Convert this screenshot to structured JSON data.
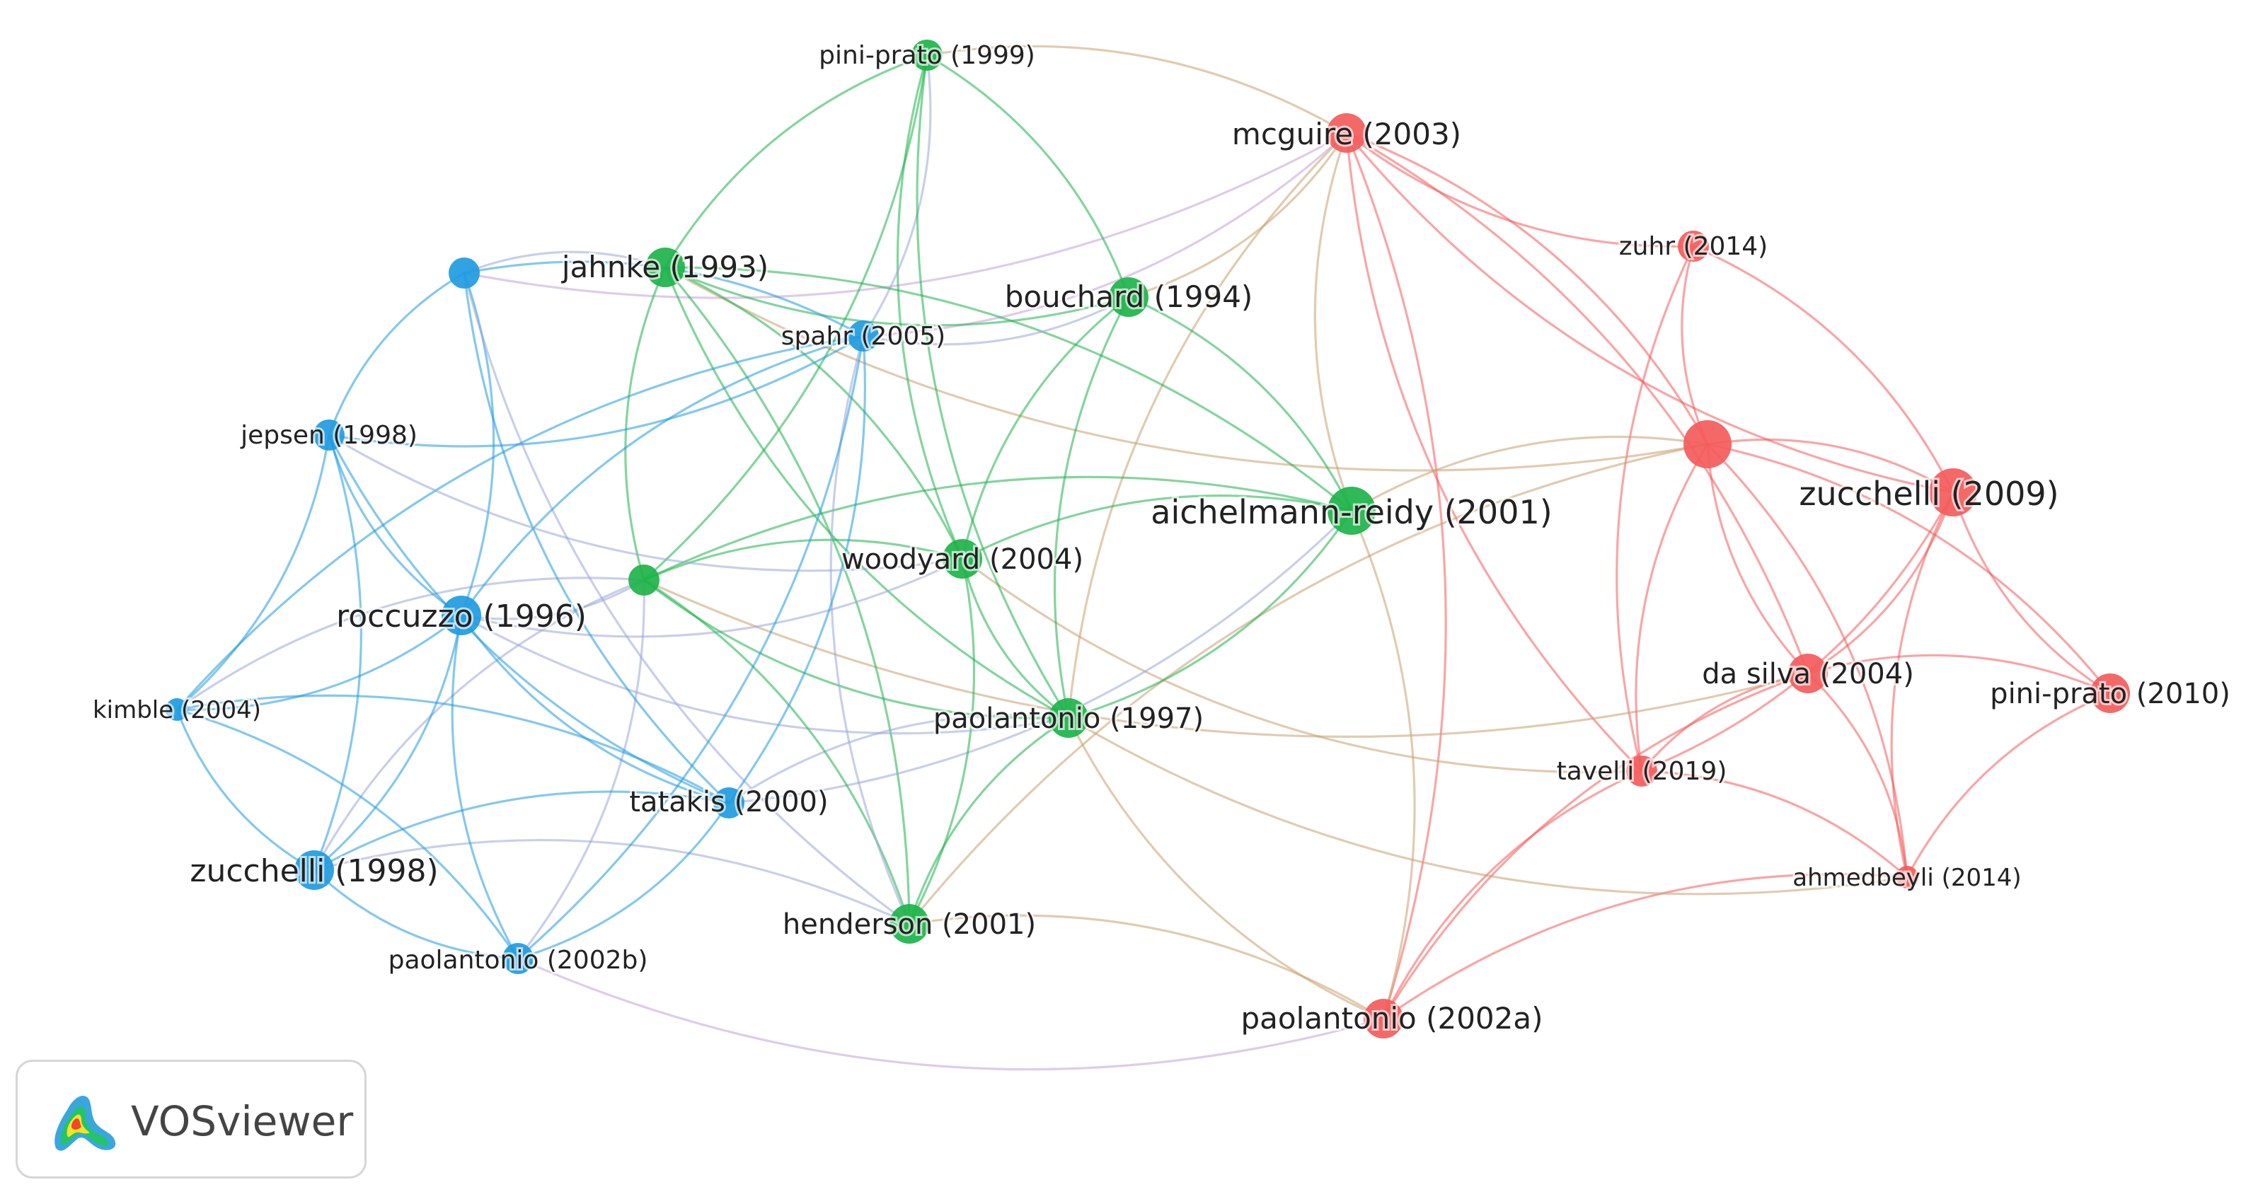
{
  "brand": {
    "name": "VOSviewer"
  },
  "colors": {
    "cluster_red": "#f45b5b",
    "cluster_green": "#1db34a",
    "cluster_blue": "#1f9be0",
    "label": "#222222",
    "edge_mixed_red_green": "#c9a070",
    "edge_mixed_blue_green": "#9aa8d8",
    "edge_mixed_blue_red": "#c4a0d8"
  },
  "network": {
    "nodes": [
      {
        "id": "mcguire2003",
        "label": "mcguire (2003)",
        "cluster": "red",
        "weight": 3
      },
      {
        "id": "zuhr2014",
        "label": "zuhr (2014)",
        "cluster": "red",
        "weight": 2
      },
      {
        "id": "redhub",
        "label": "",
        "cluster": "red",
        "weight": 4
      },
      {
        "id": "zucchelli2009",
        "label": "zucchelli (2009)",
        "cluster": "red",
        "weight": 4
      },
      {
        "id": "dasilva2004",
        "label": "da silva (2004)",
        "cluster": "red",
        "weight": 3
      },
      {
        "id": "piniprato2010",
        "label": "pini-prato (2010)",
        "cluster": "red",
        "weight": 3
      },
      {
        "id": "tavelli2019",
        "label": "tavelli (2019)",
        "cluster": "red",
        "weight": 2
      },
      {
        "id": "ahmedbeyli2014",
        "label": "ahmedbeyli (2014)",
        "cluster": "red",
        "weight": 1
      },
      {
        "id": "paolantonio2002a",
        "label": "paolantonio (2002a)",
        "cluster": "red",
        "weight": 3
      },
      {
        "id": "piniprato1999",
        "label": "pini-prato (1999)",
        "cluster": "green",
        "weight": 2
      },
      {
        "id": "jahnke1993",
        "label": "jahnke (1993)",
        "cluster": "green",
        "weight": 3
      },
      {
        "id": "bouchard1994",
        "label": "bouchard (1994)",
        "cluster": "green",
        "weight": 3
      },
      {
        "id": "aichelmannreidy2001",
        "label": "aichelmann-reidy (2001)",
        "cluster": "green",
        "weight": 4
      },
      {
        "id": "woodyard2004",
        "label": "woodyard (2004)",
        "cluster": "green",
        "weight": 3
      },
      {
        "id": "greensmall",
        "label": "",
        "cluster": "green",
        "weight": 2
      },
      {
        "id": "paolantonio1997",
        "label": "paolantonio (1997)",
        "cluster": "green",
        "weight": 3
      },
      {
        "id": "henderson2001",
        "label": "henderson (2001)",
        "cluster": "green",
        "weight": 3
      },
      {
        "id": "bluetop",
        "label": "",
        "cluster": "blue",
        "weight": 2
      },
      {
        "id": "spahr2005",
        "label": "spahr (2005)",
        "cluster": "blue",
        "weight": 2
      },
      {
        "id": "jepsen1998",
        "label": "jepsen (1998)",
        "cluster": "blue",
        "weight": 2
      },
      {
        "id": "roccuzzo1996",
        "label": "roccuzzo (1996)",
        "cluster": "blue",
        "weight": 3
      },
      {
        "id": "kimble2004",
        "label": "kimble (2004)",
        "cluster": "blue",
        "weight": 1
      },
      {
        "id": "tatakis2000",
        "label": "tatakis (2000)",
        "cluster": "blue",
        "weight": 2
      },
      {
        "id": "zucchelli1998",
        "label": "zucchelli (1998)",
        "cluster": "blue",
        "weight": 3
      },
      {
        "id": "paolantonio2002b",
        "label": "paolantonio (2002b)",
        "cluster": "blue",
        "weight": 2
      }
    ],
    "edges": [
      [
        "mcguire2003",
        "zuhr2014"
      ],
      [
        "mcguire2003",
        "redhub"
      ],
      [
        "mcguire2003",
        "zucchelli2009"
      ],
      [
        "mcguire2003",
        "dasilva2004"
      ],
      [
        "mcguire2003",
        "tavelli2019"
      ],
      [
        "mcguire2003",
        "paolantonio2002a"
      ],
      [
        "mcguire2003",
        "piniprato1999"
      ],
      [
        "mcguire2003",
        "bouchard1994"
      ],
      [
        "mcguire2003",
        "aichelmannreidy2001"
      ],
      [
        "mcguire2003",
        "bluetop"
      ],
      [
        "mcguire2003",
        "paolantonio1997"
      ],
      [
        "mcguire2003",
        "spahr2005"
      ],
      [
        "zuhr2014",
        "redhub"
      ],
      [
        "zuhr2014",
        "zucchelli2009"
      ],
      [
        "zuhr2014",
        "tavelli2019"
      ],
      [
        "redhub",
        "zucchelli2009"
      ],
      [
        "redhub",
        "dasilva2004"
      ],
      [
        "redhub",
        "piniprato2010"
      ],
      [
        "redhub",
        "tavelli2019"
      ],
      [
        "redhub",
        "ahmedbeyli2014"
      ],
      [
        "redhub",
        "aichelmannreidy2001"
      ],
      [
        "redhub",
        "jahnke1993"
      ],
      [
        "redhub",
        "henderson2001"
      ],
      [
        "zucchelli2009",
        "dasilva2004"
      ],
      [
        "zucchelli2009",
        "piniprato2010"
      ],
      [
        "zucchelli2009",
        "tavelli2019"
      ],
      [
        "zucchelli2009",
        "ahmedbeyli2014"
      ],
      [
        "dasilva2004",
        "piniprato2010"
      ],
      [
        "dasilva2004",
        "tavelli2019"
      ],
      [
        "dasilva2004",
        "ahmedbeyli2014"
      ],
      [
        "dasilva2004",
        "paolantonio2002a"
      ],
      [
        "dasilva2004",
        "greensmall"
      ],
      [
        "piniprato2010",
        "ahmedbeyli2014"
      ],
      [
        "tavelli2019",
        "ahmedbeyli2014"
      ],
      [
        "tavelli2019",
        "paolantonio2002a"
      ],
      [
        "tavelli2019",
        "woodyard2004"
      ],
      [
        "ahmedbeyli2014",
        "paolantonio2002a"
      ],
      [
        "ahmedbeyli2014",
        "paolantonio1997"
      ],
      [
        "paolantonio2002a",
        "aichelmannreidy2001"
      ],
      [
        "paolantonio2002a",
        "paolantonio1997"
      ],
      [
        "paolantonio2002a",
        "henderson2001"
      ],
      [
        "paolantonio2002a",
        "paolantonio2002b"
      ],
      [
        "piniprato1999",
        "jahnke1993"
      ],
      [
        "piniprato1999",
        "bouchard1994"
      ],
      [
        "piniprato1999",
        "woodyard2004"
      ],
      [
        "piniprato1999",
        "spahr2005"
      ],
      [
        "piniprato1999",
        "paolantonio1997"
      ],
      [
        "piniprato1999",
        "greensmall"
      ],
      [
        "jahnke1993",
        "bouchard1994"
      ],
      [
        "jahnke1993",
        "woodyard2004"
      ],
      [
        "jahnke1993",
        "paolantonio1997"
      ],
      [
        "jahnke1993",
        "henderson2001"
      ],
      [
        "jahnke1993",
        "greensmall"
      ],
      [
        "jahnke1993",
        "aichelmannreidy2001"
      ],
      [
        "bouchard1994",
        "woodyard2004"
      ],
      [
        "bouchard1994",
        "aichelmannreidy2001"
      ],
      [
        "bouchard1994",
        "paolantonio1997"
      ],
      [
        "bouchard1994",
        "spahr2005"
      ],
      [
        "aichelmannreidy2001",
        "woodyard2004"
      ],
      [
        "aichelmannreidy2001",
        "paolantonio1997"
      ],
      [
        "aichelmannreidy2001",
        "greensmall"
      ],
      [
        "aichelmannreidy2001",
        "tatakis2000"
      ],
      [
        "woodyard2004",
        "paolantonio1997"
      ],
      [
        "woodyard2004",
        "henderson2001"
      ],
      [
        "woodyard2004",
        "greensmall"
      ],
      [
        "woodyard2004",
        "roccuzzo1996"
      ],
      [
        "paolantonio1997",
        "henderson2001"
      ],
      [
        "paolantonio1997",
        "greensmall"
      ],
      [
        "paolantonio1997",
        "tatakis2000"
      ],
      [
        "paolantonio1997",
        "roccuzzo1996"
      ],
      [
        "henderson2001",
        "greensmall"
      ],
      [
        "henderson2001",
        "spahr2005"
      ],
      [
        "henderson2001",
        "zucchelli1998"
      ],
      [
        "greensmall",
        "roccuzzo1996"
      ],
      [
        "greensmall",
        "zucchelli1998"
      ],
      [
        "greensmall",
        "paolantonio2002b"
      ],
      [
        "greensmall",
        "kimble2004"
      ],
      [
        "bluetop",
        "spahr2005"
      ],
      [
        "bluetop",
        "jepsen1998"
      ],
      [
        "bluetop",
        "roccuzzo1996"
      ],
      [
        "bluetop",
        "tatakis2000"
      ],
      [
        "bluetop",
        "jahnke1993"
      ],
      [
        "bluetop",
        "henderson2001"
      ],
      [
        "spahr2005",
        "jepsen1998"
      ],
      [
        "spahr2005",
        "roccuzzo1996"
      ],
      [
        "spahr2005",
        "tatakis2000"
      ],
      [
        "spahr2005",
        "kimble2004"
      ],
      [
        "spahr2005",
        "paolantonio2002b"
      ],
      [
        "jepsen1998",
        "roccuzzo1996"
      ],
      [
        "jepsen1998",
        "kimble2004"
      ],
      [
        "jepsen1998",
        "tatakis2000"
      ],
      [
        "jepsen1998",
        "zucchelli1998"
      ],
      [
        "jepsen1998",
        "woodyard2004"
      ],
      [
        "roccuzzo1996",
        "kimble2004"
      ],
      [
        "roccuzzo1996",
        "tatakis2000"
      ],
      [
        "roccuzzo1996",
        "zucchelli1998"
      ],
      [
        "roccuzzo1996",
        "paolantonio2002b"
      ],
      [
        "kimble2004",
        "tatakis2000"
      ],
      [
        "kimble2004",
        "zucchelli1998"
      ],
      [
        "kimble2004",
        "paolantonio2002b"
      ],
      [
        "tatakis2000",
        "zucchelli1998"
      ],
      [
        "tatakis2000",
        "paolantonio2002b"
      ],
      [
        "zucchelli1998",
        "paolantonio2002b"
      ]
    ]
  }
}
